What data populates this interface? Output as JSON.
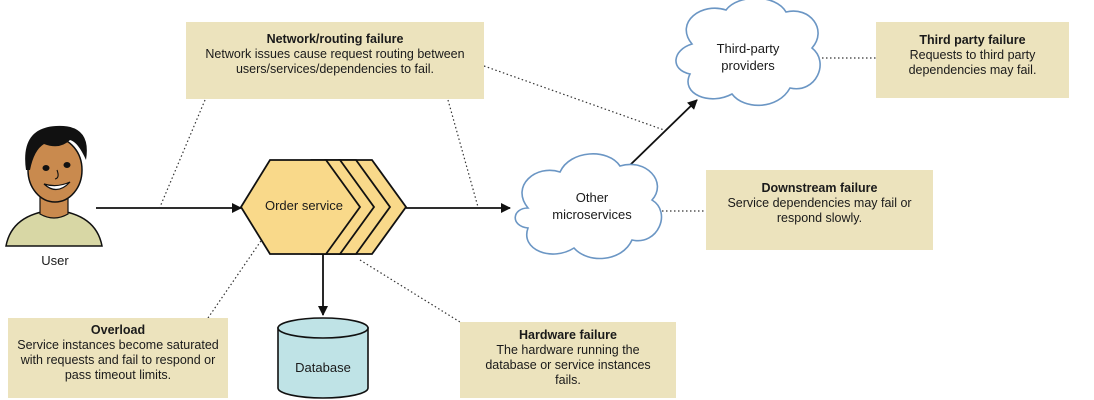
{
  "callouts": {
    "network": {
      "title": "Network/routing failure",
      "description": "Network issues cause request routing between users/services/dependencies to fail."
    },
    "third_party": {
      "title": "Third party failure",
      "description": "Requests to third party dependencies may fail."
    },
    "downstream": {
      "title": "Downstream failure",
      "description": "Service dependencies may fail or respond slowly."
    },
    "overload": {
      "title": "Overload",
      "description": "Service instances become saturated with requests and fail to respond or pass timeout limits."
    },
    "hardware": {
      "title": "Hardware failure",
      "description": "The hardware running the database or service instances fails."
    }
  },
  "nodes": {
    "user": "User",
    "order_service": "Order service",
    "database": "Database",
    "other_microservices_line1": "Other",
    "other_microservices_line2": "microservices",
    "third_party_line1": "Third-party",
    "third_party_line2": "providers"
  },
  "colors": {
    "callout_bg": "#ece3bd",
    "service_fill": "#f9d98a",
    "database_fill": "#bfe3e6",
    "cloud_stroke": "#6b96c4",
    "skin": "#c98a4e",
    "shirt": "#d8d7a5"
  }
}
